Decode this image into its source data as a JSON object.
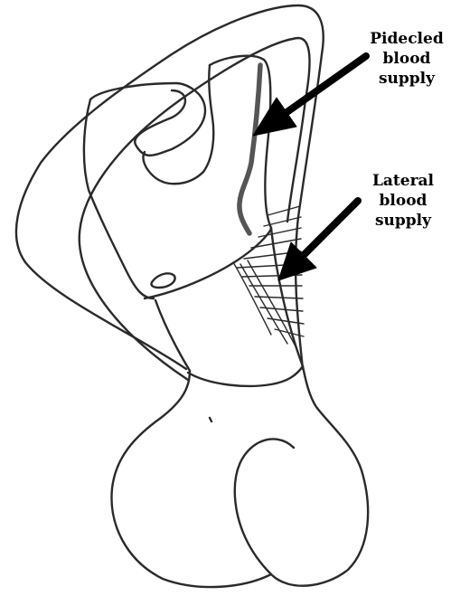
{
  "labels": {
    "pedicled": [
      "Pidecled",
      "blood",
      "supply"
    ],
    "lateral": [
      "Lateral",
      "blood",
      "supply"
    ]
  },
  "colors": {
    "ink": "#2a2a2a",
    "vessel": "#555555",
    "arrow": "#000000",
    "background": "#ffffff"
  }
}
